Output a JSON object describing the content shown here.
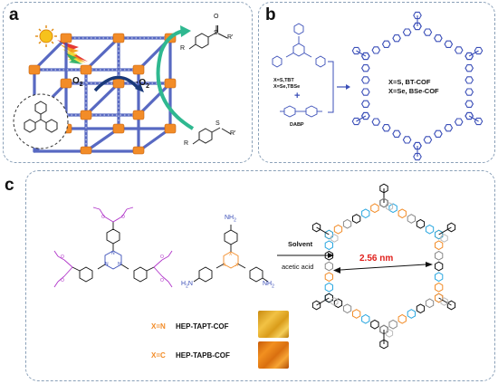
{
  "panels": {
    "a": {
      "label": "a",
      "o2_left": "O",
      "o2_left_sub": "2",
      "o2_right": "·O",
      "o2_right_sub": "2",
      "r_top": "R",
      "r_prime_top": "R'",
      "s_top": "S",
      "o_top": "O",
      "r_bottom": "R",
      "r_prime_bottom": "R'",
      "s_bottom": "S"
    },
    "b": {
      "label": "b",
      "monomer_line1": "X=S,TBT",
      "monomer_line2": "X=Se,TBSe",
      "plus": "+",
      "linker": "DABP",
      "product_line1": "X=S, BT-COF",
      "product_line2": "X=Se, BSe-COF"
    },
    "c": {
      "label": "c",
      "solvent": "Solvent",
      "acid": "acetic acid",
      "pore_size": "2.56 nm",
      "x_atom": "X",
      "nh2": "NH",
      "nh2_sub": "2",
      "h2n": "H",
      "h2n_sub": "2",
      "h2n_n": "N",
      "cof1_x": "X=N",
      "cof1_name": "HEP-TAPT-COF",
      "cof2_x": "X=C",
      "cof2_name": "HEP-TAPB-COF"
    }
  },
  "colors": {
    "panel_border": "#8aa0b8",
    "framework_blue": "#3b4fb8",
    "node_orange": "#f28c28",
    "acetal_purple": "#b034c9",
    "arrow_green": "#2fb890",
    "pore_red": "#e0201c",
    "linker_cyan": "#2aa7e0",
    "cof1_swatch": "#e0a020",
    "cof2_swatch": "#e07a10"
  }
}
